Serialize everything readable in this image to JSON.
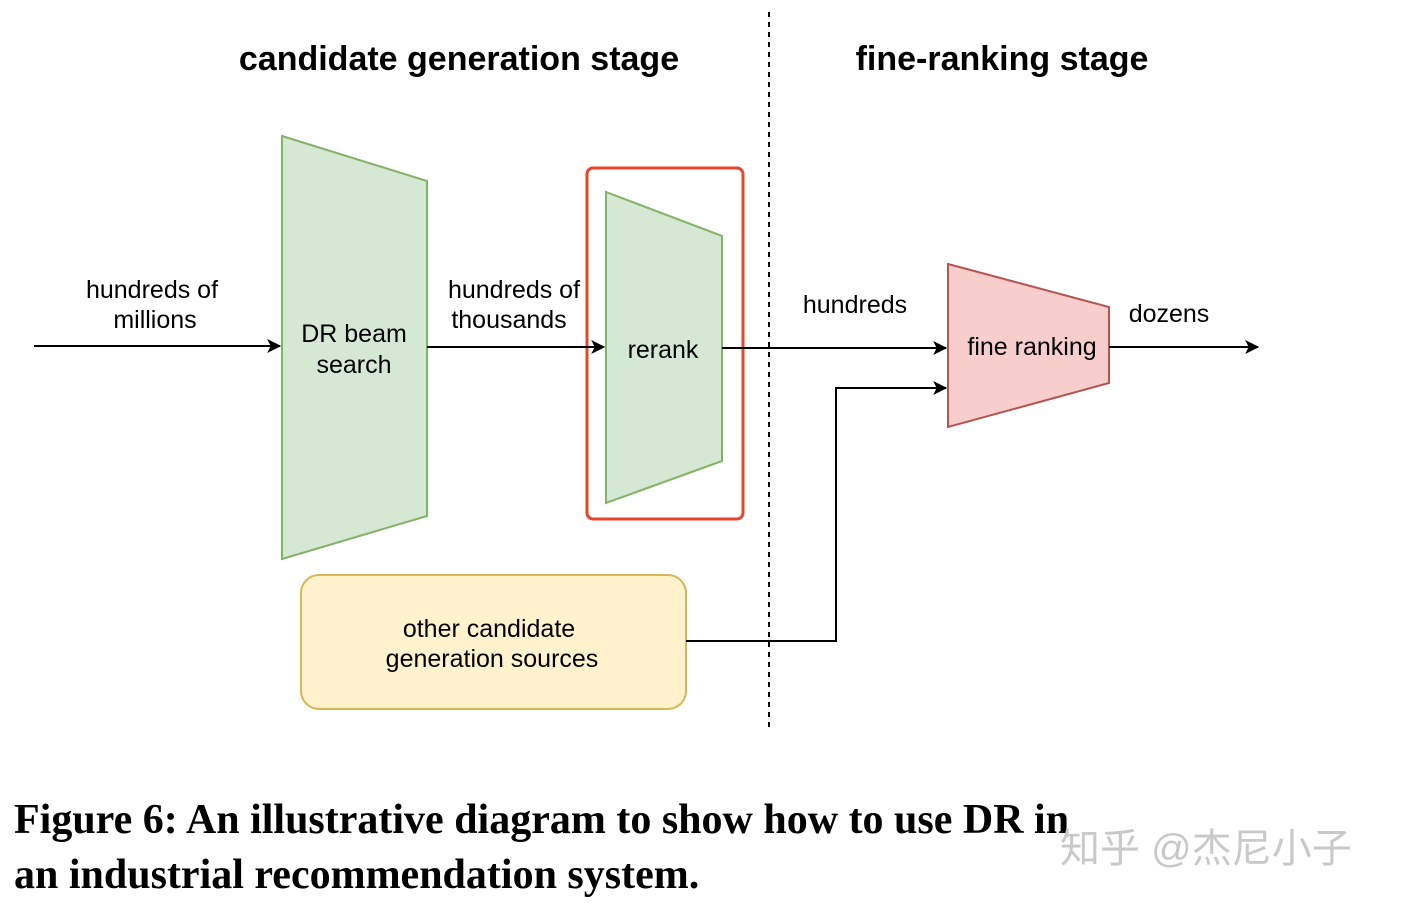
{
  "stages": {
    "left_title": "candidate generation stage",
    "right_title": "fine-ranking stage"
  },
  "flow_labels": {
    "input": [
      "hundreds of",
      "millions"
    ],
    "after_beam": [
      "hundreds of",
      "thousands"
    ],
    "after_rerank": "hundreds",
    "output": "dozens"
  },
  "nodes": {
    "beam_search": [
      "DR beam",
      "search"
    ],
    "rerank": "rerank",
    "fine_ranking": "fine ranking",
    "other_sources": [
      "other candidate",
      "generation sources"
    ]
  },
  "caption": {
    "line1": "Figure 6: An illustrative diagram to show how to use DR in",
    "line2": "an industrial recommendation system."
  },
  "watermark": "知乎 @杰尼小子",
  "colors": {
    "green_fill": "#d5e8d4",
    "green_stroke": "#82b366",
    "red_fill": "#f8cecc",
    "red_stroke": "#b85450",
    "yellow_fill": "#fff2cc",
    "yellow_stroke": "#d6b656",
    "highlight_border": "#e8452c"
  }
}
